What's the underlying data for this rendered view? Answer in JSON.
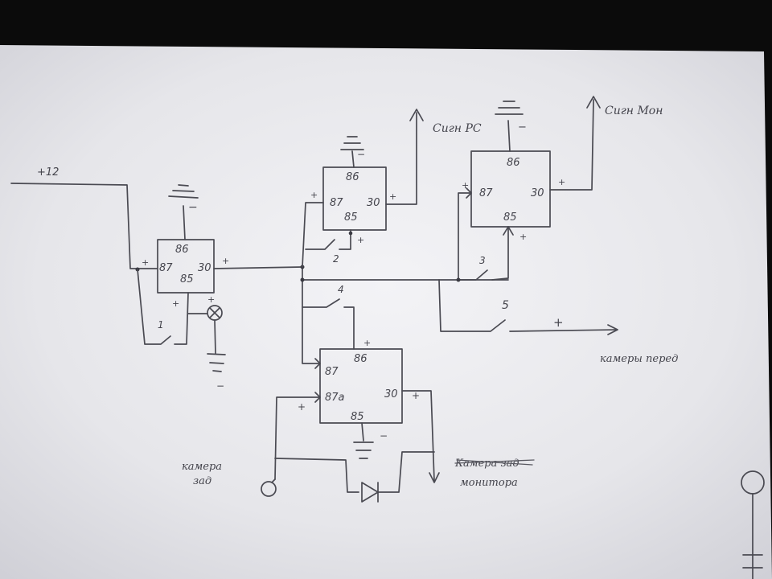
{
  "diagram": {
    "supply_label": "+12",
    "relay1": {
      "pin_86": "86",
      "pin_87": "87",
      "pin_85": "85",
      "pin_30": "30",
      "switch_label": "1"
    },
    "relay2": {
      "pin_86": "86",
      "pin_87": "87",
      "pin_85": "85",
      "pin_30": "30",
      "switch_label": "2"
    },
    "relay3": {
      "pin_86": "86",
      "pin_87": "87",
      "pin_85": "85",
      "pin_30": "30",
      "switch_label": "3"
    },
    "relay4": {
      "pin_86": "86",
      "pin_87": "87",
      "pin_87a": "87a",
      "pin_85": "85",
      "pin_30": "30",
      "switch_label": "4"
    },
    "switch5_label": "5",
    "output_pc": "Сигн PC",
    "output_mon": "Сигн Мон",
    "front_camera": "камеры перед",
    "rear_camera_line1": "камера",
    "rear_camera_line2": "зад",
    "monitor_struck_text": "Камера зад",
    "monitor_label": "монитора",
    "plus": "+",
    "minus": "−"
  }
}
